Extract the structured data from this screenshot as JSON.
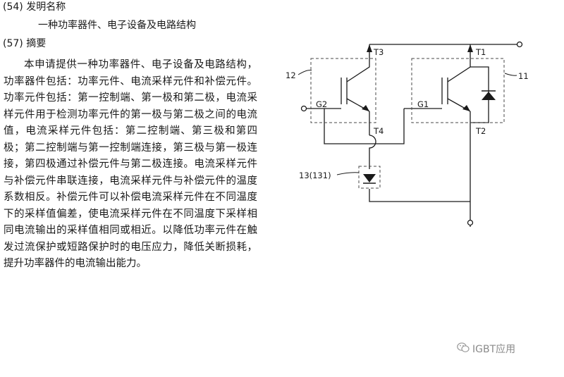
{
  "patent": {
    "invention_name_heading": "(54) 发明名称",
    "invention_name": "一种功率器件、电子设备及电路结构",
    "abstract_heading": "(57) 摘要",
    "abstract_text": "本申请提供一种功率器件、电子设备及电路结构，功率器件包括：功率元件、电流采样元件和补偿元件。功率元件包括：第一控制端、第一极和第二极，电流采样元件用于检测功率元件的第一极与第二极之间的电流值，电流采样元件包括：第二控制端、第三极和第四极；第二控制端与第一控制端连接，第三极与第一极连接，第四极通过补偿元件与第二极连接。电流采样元件与补偿元件串联连接，电流采样元件与补偿元件的温度系数相反。补偿元件可以补偿电流采样元件在不同温度下的采样值偏差，使电流采样元件在不同温度下采样相同电流输出的采样值相同或相近。以降低功率元件在触发过流保护或短路保护时的电压应力，降低关断损耗，提升功率器件的电流输出能力。"
  },
  "circuit": {
    "labels": {
      "t3": "T3",
      "t1": "T1",
      "t4": "T4",
      "t2": "T2",
      "g2": "G2",
      "g1": "G1",
      "ref12": "12",
      "ref11": "11",
      "ref13": "13(131)"
    }
  },
  "watermark": {
    "text": "IGBT应用",
    "icon": "wechat-icon"
  }
}
